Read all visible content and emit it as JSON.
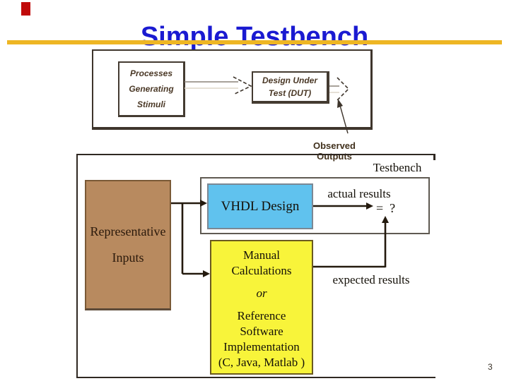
{
  "slide": {
    "title": "Simple Testbench",
    "page_number": "3"
  },
  "colors": {
    "title_blue": "#1a1ad1",
    "rule_gold": "#eeb624",
    "accent_red": "#c00a0a",
    "vhdl_blue": "#60c2ee",
    "inputs_brown": "#b88a5f",
    "calc_yellow": "#f8f43a",
    "arrow_dark": "#241a0e"
  },
  "top_diagram": {
    "stimuli_box": {
      "line1": "Processes",
      "line2": "Generating",
      "line3": "Stimuli"
    },
    "dut_box": {
      "line1": "Design Under",
      "line2": "Test (DUT)"
    },
    "observed_outputs_label": "Observed Outputs"
  },
  "bottom_diagram": {
    "testbench_label": "Testbench",
    "vhdl_box_label": "VHDL Design",
    "actual_results_label": "actual results",
    "comparison_label": "=  ?",
    "expected_results_label": "expected results",
    "inputs_box": {
      "line1": "Representative",
      "line2": "Inputs"
    },
    "manual_box": {
      "line1": "Manual",
      "line2": "Calculations",
      "line3": "or",
      "line4": "Reference",
      "line5": "Software",
      "line6": "Implementation",
      "line7": "(C, Java, Matlab )"
    }
  }
}
